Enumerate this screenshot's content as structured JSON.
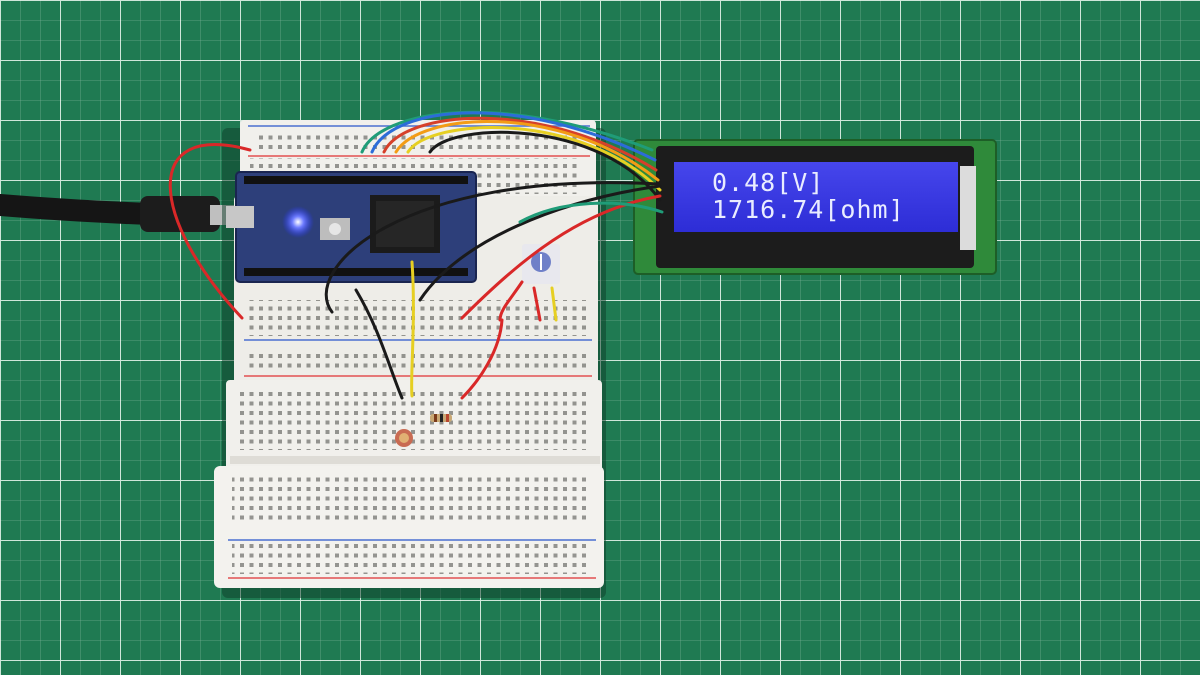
{
  "photo": {
    "subject": "mbed breadboard circuit with LCD",
    "colors": {
      "mat": "#1f7a52",
      "grid": "#d7efe0",
      "breadboard": "#f1f0ec",
      "lcd_background": "#3535e0",
      "lcd_text": "#e9ecff",
      "pcb": "#2f8a3a",
      "mcu_board": "#2d3f7a"
    }
  },
  "lcd": {
    "line1": "0.48[V]",
    "line2": "1716.74[ohm]"
  }
}
